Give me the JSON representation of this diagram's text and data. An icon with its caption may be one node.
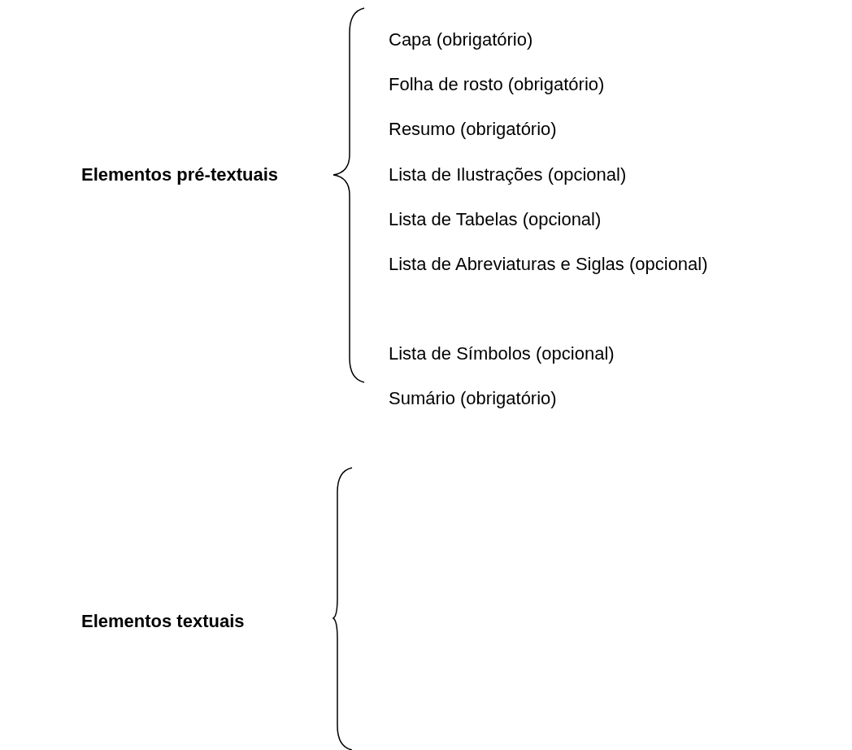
{
  "diagram": {
    "labels": [
      "Elementos pré-textuais",
      "Capa (obrigatório)",
      "Folha de rosto (obrigatório)",
      "Resumo (obrigatório)",
      "Lista de Ilustrações (opcional)",
      "Lista de Tabelas (opcional)",
      "Lista de Abreviaturas e Siglas (opcional)",
      "Lista de Símbolos (opcional)",
      "Sumário (obrigatório)",
      "Elementos textuais"
    ]
  }
}
